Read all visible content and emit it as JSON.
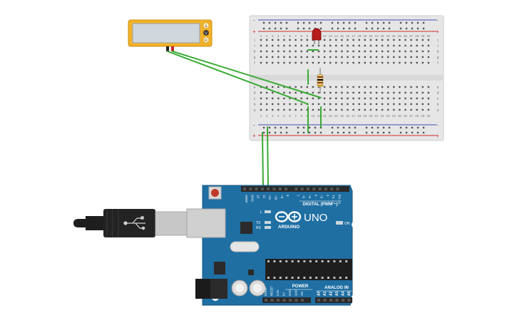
{
  "meter": {
    "terminal_labels": [
      "A",
      "V",
      "R"
    ]
  },
  "breadboard": {
    "rail_plus": "+",
    "rail_minus": "-",
    "row_letters_top": [
      "j",
      "i",
      "h",
      "g",
      "f"
    ],
    "row_letters_bottom": [
      "e",
      "d",
      "c",
      "b",
      "a"
    ],
    "column_numbers": [
      "1",
      "2",
      "3",
      "4",
      "5",
      "6",
      "7",
      "8",
      "9",
      "10",
      "11",
      "12",
      "13",
      "14",
      "15",
      "16",
      "17",
      "18",
      "19",
      "20",
      "21",
      "22",
      "23",
      "24",
      "25",
      "26",
      "27",
      "28",
      "29",
      "30"
    ]
  },
  "arduino": {
    "brand": "ARDUINO",
    "model": "UNO",
    "digital_label": "DIGITAL (PWM ~)",
    "analog_label": "ANALOG IN",
    "power_label": "POWER",
    "on_label": "ON",
    "led_labels": [
      "L",
      "TX",
      "RX"
    ],
    "digital_pins": [
      "AREF",
      "GND",
      "13",
      "12",
      "~11",
      "~10",
      "~9",
      "8",
      "7",
      "~6",
      "~5",
      "4",
      "~3",
      "2",
      "TX→1",
      "RX←0"
    ],
    "power_pins": [
      "IOREF",
      "RESET",
      "3.3V",
      "5V",
      "GND",
      "GND",
      "Vin"
    ],
    "analog_pins": [
      "A0",
      "A1",
      "A2",
      "A3",
      "A4",
      "A5"
    ]
  },
  "colors": {
    "wire": "#3aaa35",
    "board": "#1f6fa3",
    "meter_body": "#f2b229",
    "breadboard": "#e9e9e9",
    "rail_red": "#d32f2f",
    "rail_blue": "#3f51b5",
    "led_red": "#b71c1c"
  }
}
